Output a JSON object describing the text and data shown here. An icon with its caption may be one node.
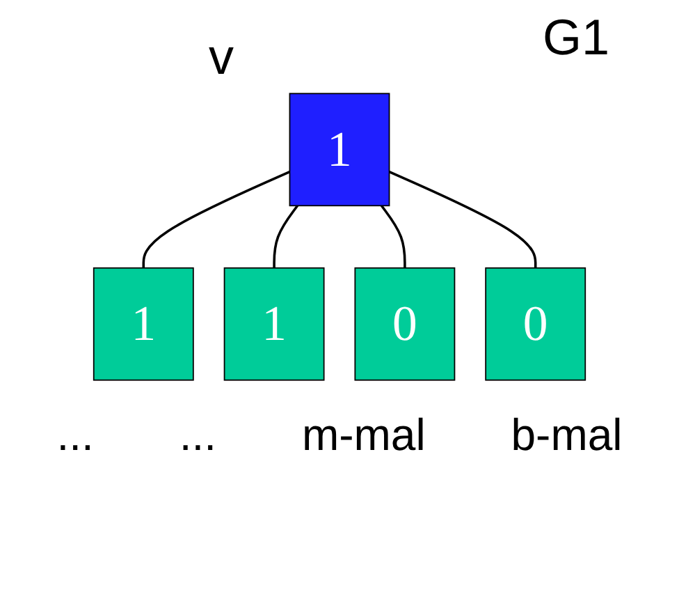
{
  "diagram": {
    "title": "G1",
    "nodes": [
      {
        "text": [
          "1"
        ],
        "beside": [
          "v"
        ]
      },
      {
        "text": [
          "1"
        ]
      },
      {
        "text": [
          "1"
        ]
      },
      {
        "text": [
          "0"
        ]
      },
      {
        "text": [
          "0"
        ]
      }
    ],
    "edges": [
      {
        "from": 0,
        "to": 1,
        "arrow": "none"
      },
      {
        "from": 0,
        "to": 2,
        "arrow": "none"
      },
      {
        "from": 0,
        "to": 3,
        "arrow": "none"
      },
      {
        "from": 0,
        "to": 4,
        "arrow": "none"
      }
    ],
    "labels": [
      "...",
      "...",
      "m-mal",
      "b-mal"
    ]
  }
}
